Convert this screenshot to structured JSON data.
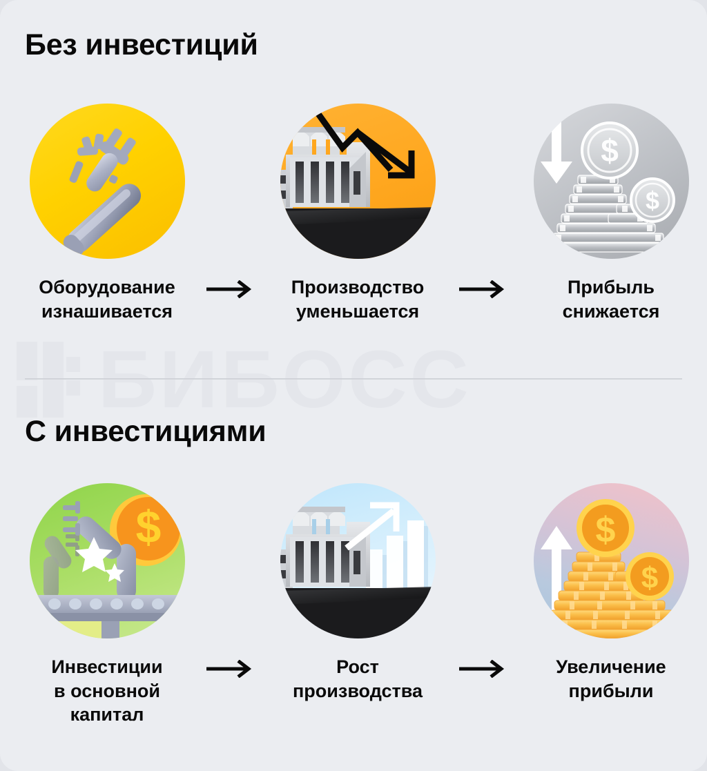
{
  "page": {
    "background_color": "#ebedf1",
    "text_color": "#0a0a0a",
    "divider_color": "#c9ccd2"
  },
  "watermark": {
    "text": "БИБОСС",
    "color": "#e4e6eb",
    "logo_name": "biboss-logo-mark"
  },
  "sections": [
    {
      "id": "no-investment",
      "heading": "Без инвестиций",
      "steps": [
        {
          "caption": "Оборудование\nизнашивается",
          "icon_name": "broken-tool-icon",
          "background_color": "#ffd100",
          "accent_color": "#9fa3b3"
        },
        {
          "caption": "Производство\nуменьшается",
          "icon_name": "factory-declining-arrow-icon",
          "background_color": "#ffa71f",
          "accent_color": "#0a0a0a"
        },
        {
          "caption": "Прибыль\nснижается",
          "icon_name": "grey-coin-stack-down-arrow-icon",
          "background_color": "#bcbfc4",
          "accent_color": "#ffffff"
        }
      ],
      "connectors": [
        "arrow-right-icon",
        "arrow-right-icon"
      ]
    },
    {
      "id": "with-investment",
      "heading": "С инвестициями",
      "steps": [
        {
          "caption": "Инвестиции\nв основной\nкапитал",
          "icon_name": "robotic-arm-conveyor-dollar-icon",
          "background_color": "#a8dd63",
          "accent_color": "#f7941d"
        },
        {
          "caption": "Рост\nпроизводства",
          "icon_name": "factory-rising-bars-icon",
          "background_color": "#d9f0fd",
          "accent_color": "#ffffff"
        },
        {
          "caption": "Увеличение\nприбыли",
          "icon_name": "gold-coin-stack-up-arrow-icon",
          "background_color": "#d6c3d6",
          "accent_color": "#f5a623"
        }
      ],
      "connectors": [
        "arrow-right-icon",
        "arrow-right-icon"
      ]
    }
  ]
}
